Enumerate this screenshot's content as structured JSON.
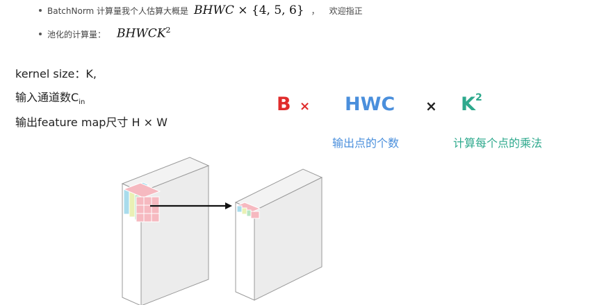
{
  "bullets": [
    {
      "text_before": "BatchNorm 计算量我个人估算大概是",
      "math_main": "BHWC",
      "math_times": "×",
      "math_set": "{4, 5, 6}",
      "comma": "，",
      "text_after": "欢迎指正"
    },
    {
      "text_before": "池化的计算量：",
      "math_main": "BHWCK",
      "math_sup": "2"
    }
  ],
  "figure": {
    "left_labels": {
      "kernel": "kernel size：K,",
      "input_channels": "输入通道数C",
      "input_channels_sub": "in",
      "output_map": "输出feature map尺寸 H × W"
    },
    "formula": {
      "b": "B",
      "times1": "×",
      "hwc": "HWC",
      "times2": "×",
      "k": "K",
      "k_sup": "2",
      "hwc_caption": "输出点的个数",
      "k_caption": "计算每个点的乘法"
    },
    "colors": {
      "red": "#e02c2c",
      "blue": "#4a8fdc",
      "green": "#2ea98d",
      "cube_cyan": "#a9dcec",
      "cube_yellow": "#eaf0b4",
      "cube_green": "#b8e6c4",
      "cube_pink": "#f6b9c0"
    }
  }
}
